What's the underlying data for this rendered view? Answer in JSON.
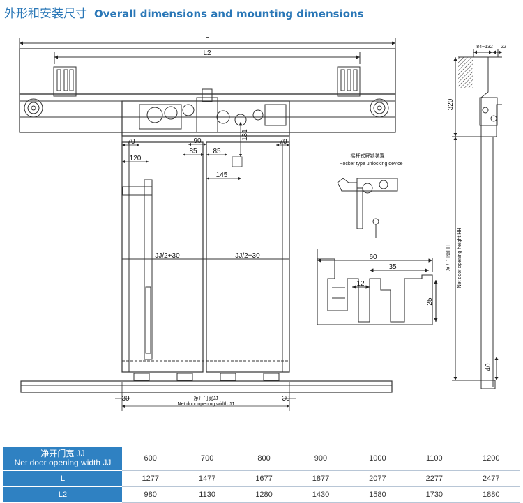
{
  "title": {
    "zh": "外形和安装尺寸",
    "en": "Overall dimensions and mounting dimensions"
  },
  "drawing": {
    "L": "L",
    "L2": "L2",
    "d70_left": "70",
    "d70_right": "70",
    "d120": "120",
    "d90": "90",
    "d85_left": "85",
    "d85_right": "85",
    "d145": "145",
    "d131": "131",
    "jj_half_left": "JJ/2+30",
    "jj_half_right": "JJ/2+30",
    "d30_left": "30",
    "d30_right": "30",
    "net_width_zh": "净开门宽JJ",
    "net_width_en": "Net door opening width JJ",
    "rocker_zh": "摇杆式解锁装置",
    "rocker_en": "Rocker type unlocking device",
    "profile_60": "60",
    "profile_35": "35",
    "profile_12": "12",
    "profile_25": "25",
    "side_84_132": "84~132",
    "side_22": "22",
    "side_320": "320",
    "side_40": "40",
    "side_height_zh": "净开门高HH",
    "side_height_en": "Net door opening height HH"
  },
  "table": {
    "header_zh": "净开门宽 JJ",
    "header_en": "Net door opening width JJ",
    "widths": [
      "600",
      "700",
      "800",
      "900",
      "1000",
      "1100",
      "1200"
    ],
    "rows": [
      {
        "label": "L",
        "values": [
          "1277",
          "1477",
          "1677",
          "1877",
          "2077",
          "2277",
          "2477"
        ]
      },
      {
        "label": "L2",
        "values": [
          "980",
          "1130",
          "1280",
          "1430",
          "1580",
          "1730",
          "1880"
        ]
      }
    ]
  },
  "colors": {
    "title": "#2a77b7",
    "table_header": "#2f81c2",
    "line": "#333333"
  }
}
